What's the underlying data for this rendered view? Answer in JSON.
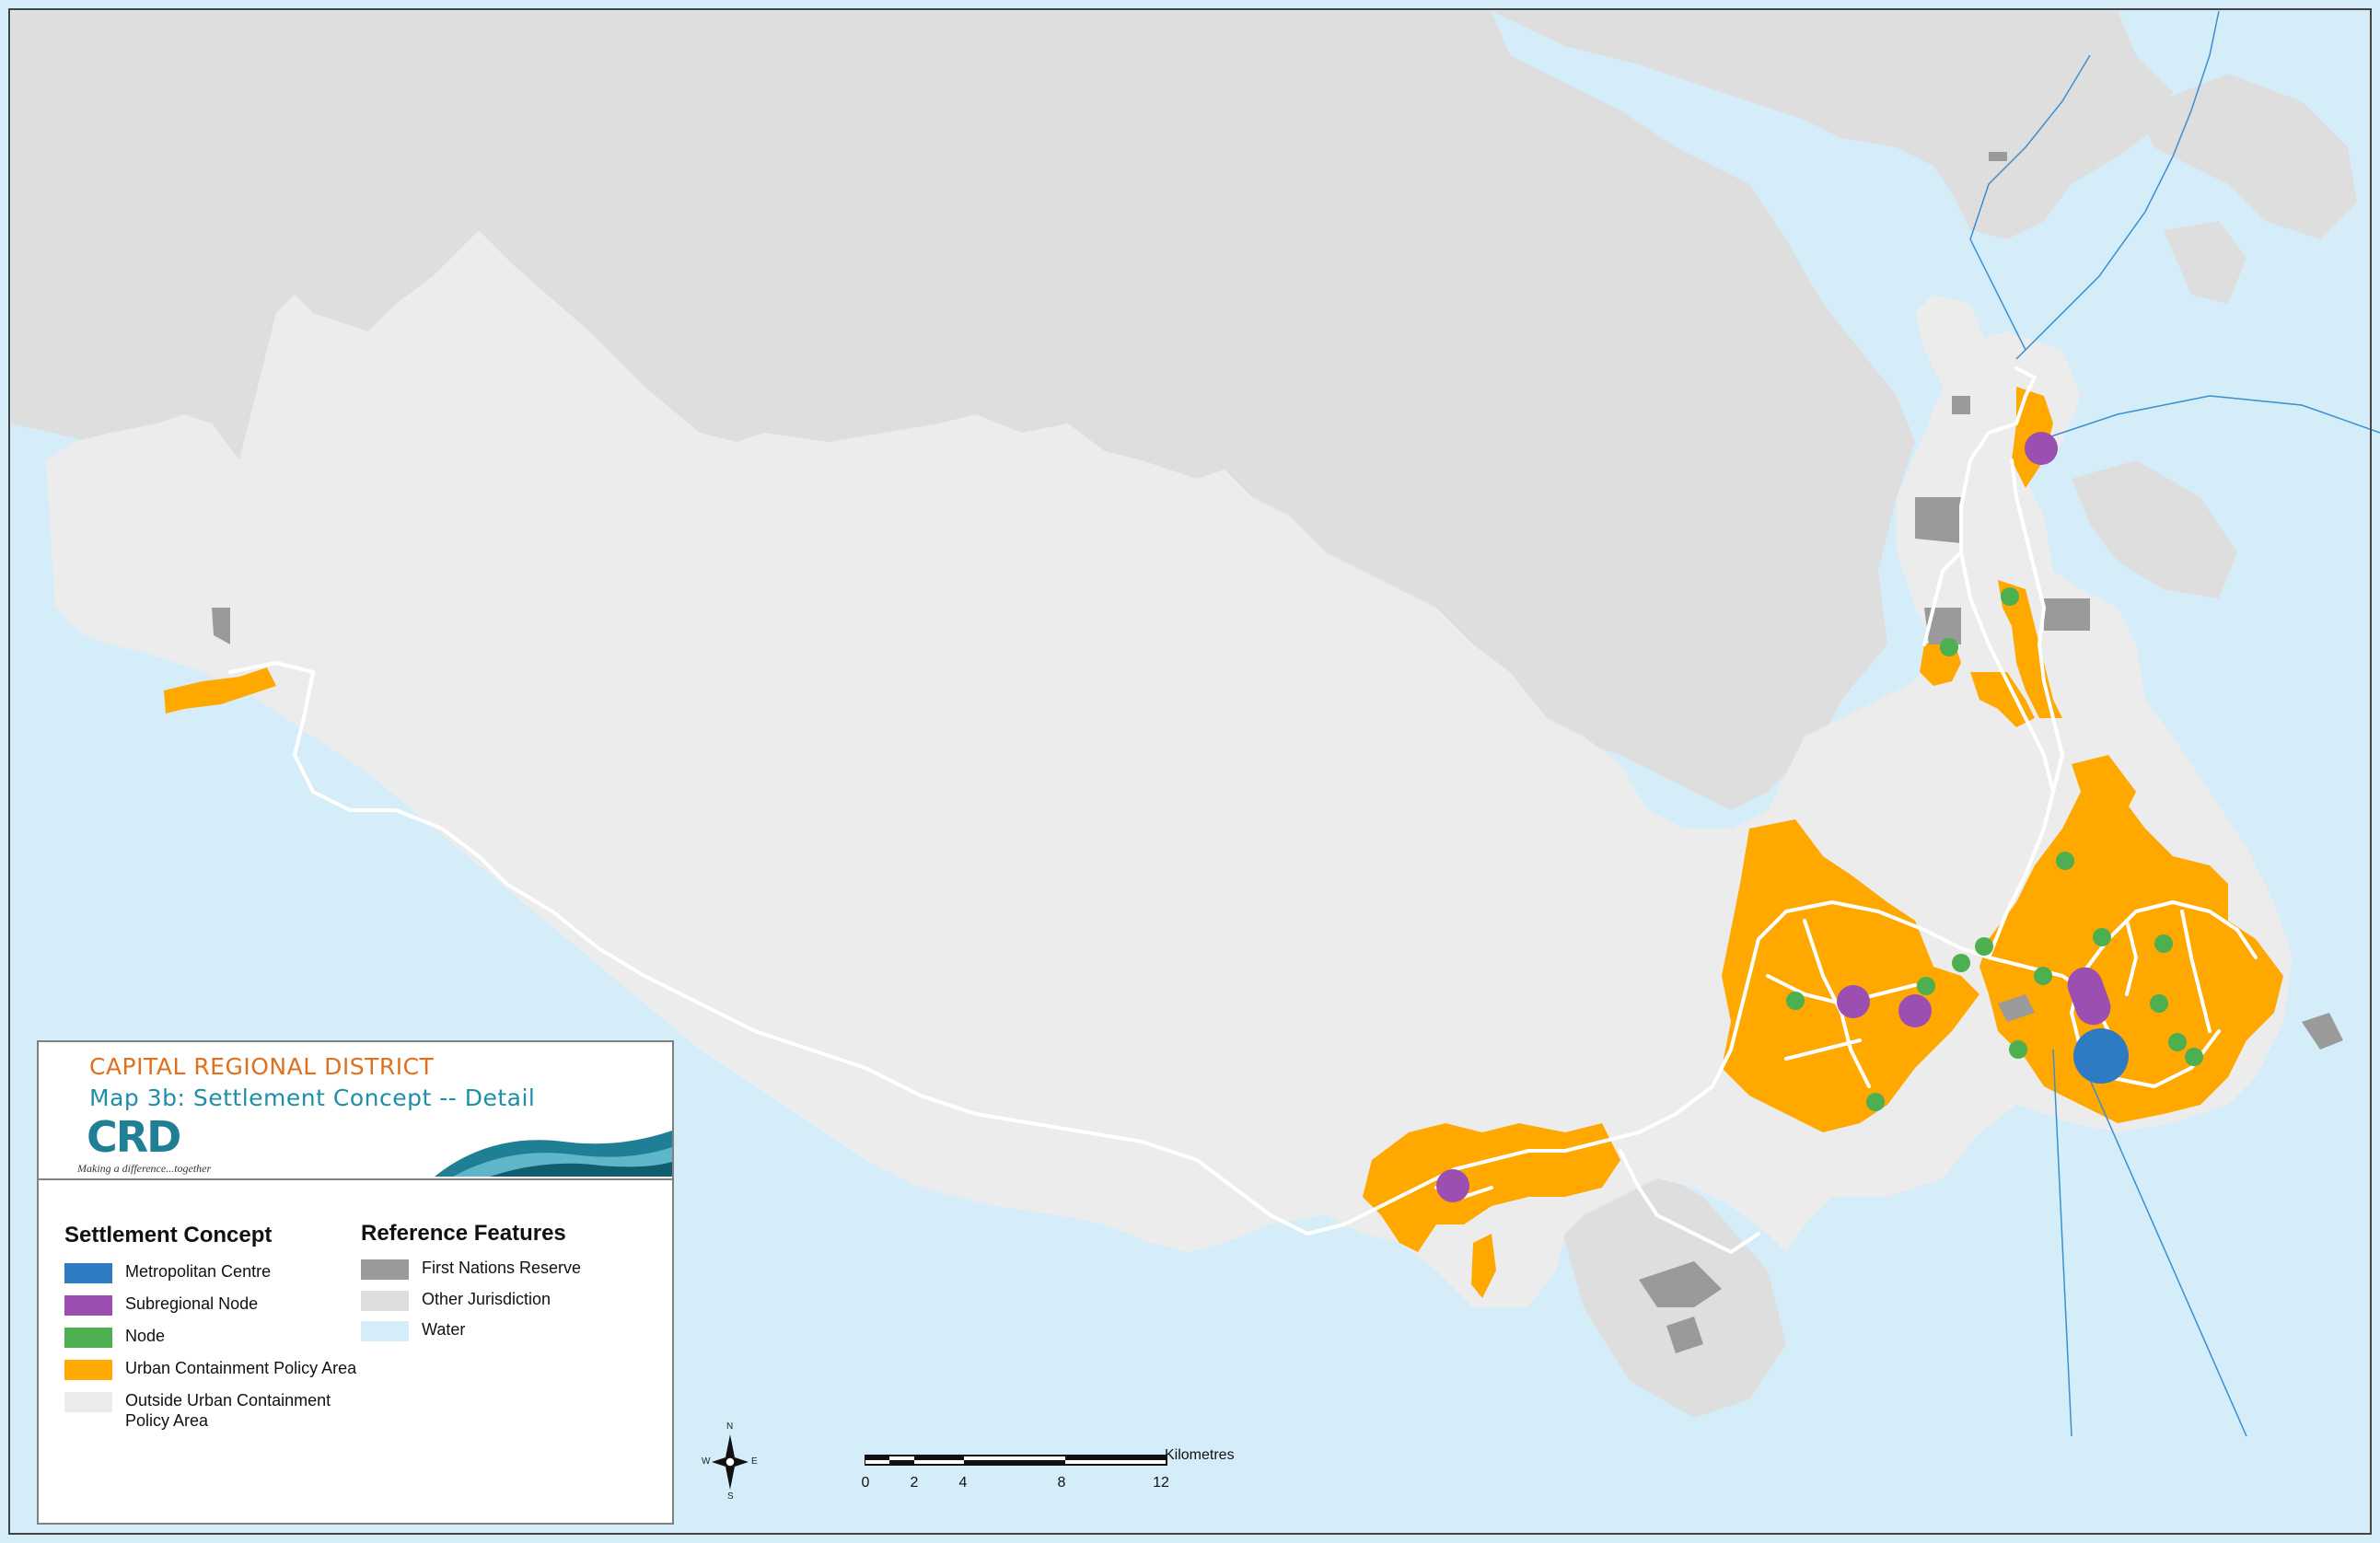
{
  "legend": {
    "title": "CAPITAL REGIONAL DISTRICT",
    "subtitle": "Map 3b: Settlement Concept -- Detail",
    "logo_text": "CRD",
    "tagline": "Making a difference...together",
    "settlement_heading": "Settlement Concept",
    "reference_heading": "Reference Features",
    "settlement_items": [
      {
        "label": "Metropolitan Centre",
        "color": "#2e7bc4"
      },
      {
        "label": "Subregional Node",
        "color": "#9b4fb0"
      },
      {
        "label": "Node",
        "color": "#4caf50"
      },
      {
        "label": "Urban Containment Policy Area",
        "color": "#ffa800"
      },
      {
        "label": "Outside Urban Containment Policy Area",
        "color": "#ececec"
      }
    ],
    "reference_items": [
      {
        "label": "First Nations Reserve",
        "color": "#9a9a9a"
      },
      {
        "label": "Other Jurisdiction",
        "color": "#dedede"
      },
      {
        "label": "Water",
        "color": "#d4edf9"
      }
    ]
  },
  "compass": {
    "n": "N",
    "s": "S",
    "e": "E",
    "w": "W"
  },
  "scale": {
    "units": "Kilometres",
    "ticks": [
      "0",
      "2",
      "4",
      "8",
      "12"
    ]
  },
  "colors": {
    "water": "#d4edf9",
    "other_jurisdiction": "#dedede",
    "outside_ucpa": "#ececec",
    "ucpa": "#ffa800",
    "reserve": "#9a9a9a",
    "road": "#ffffff",
    "ferry": "#3a8fd0",
    "metro": "#2e7bc4",
    "subregional": "#9b4fb0",
    "node": "#4caf50"
  }
}
